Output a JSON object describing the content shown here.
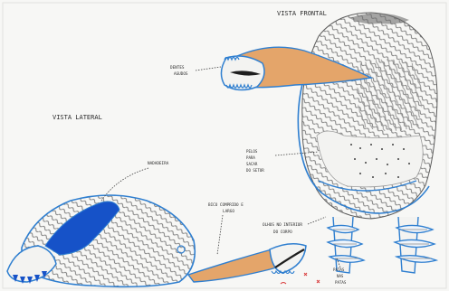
{
  "drawing": {
    "view_front_title": "VISTA FRONTAL",
    "view_side_title": "VISTA LATERAL",
    "annotations": {
      "teeth": [
        "DENTES",
        "AGUDOS"
      ],
      "blowhole": "NADADEIRA",
      "snout": [
        "BICO COMPRIDO E",
        "LARGO"
      ],
      "skin": [
        "PELOS",
        "PARA",
        "SACAR",
        "DO SETOR"
      ],
      "eyes": [
        "OLHOS NO INTERIOR",
        "DO CORPO"
      ],
      "fins": [
        "PATAS",
        "NAS",
        "PATAS"
      ]
    },
    "colors": {
      "paper": "#f7f7f5",
      "ink": "#3d3d3d",
      "outline_blue": "#2f7fd0",
      "fill_blue": "#1652c8",
      "snout_orange": "#e4a56a",
      "feather_gray": "#8a8a8a",
      "note_red": "#d93b3b"
    }
  }
}
